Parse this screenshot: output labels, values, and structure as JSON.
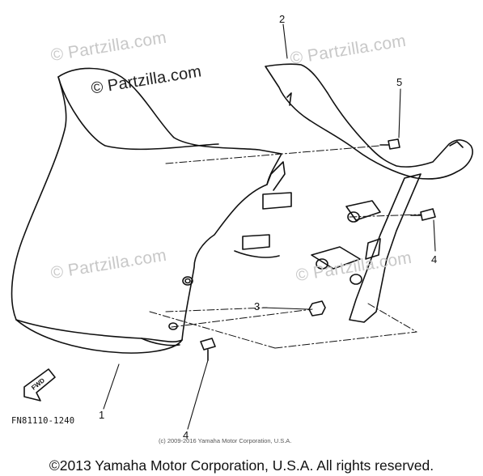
{
  "watermarks": [
    "© Partzilla.com",
    "© Partzilla.com",
    "© Partzilla.com",
    "© Partzilla.com",
    "© Partzilla.com"
  ],
  "callouts": {
    "p1": "1",
    "p2": "2",
    "p3": "3",
    "p4a": "4",
    "p4b": "4",
    "p5": "5"
  },
  "drawing_code": "FN81110-1240",
  "fwd_label": "FWD",
  "small_copyright": "(c) 2009-2016 Yamaha Motor Corporation, U.S.A.",
  "footer_copyright": "©2013 Yamaha Motor Corporation, U.S.A. All rights reserved."
}
